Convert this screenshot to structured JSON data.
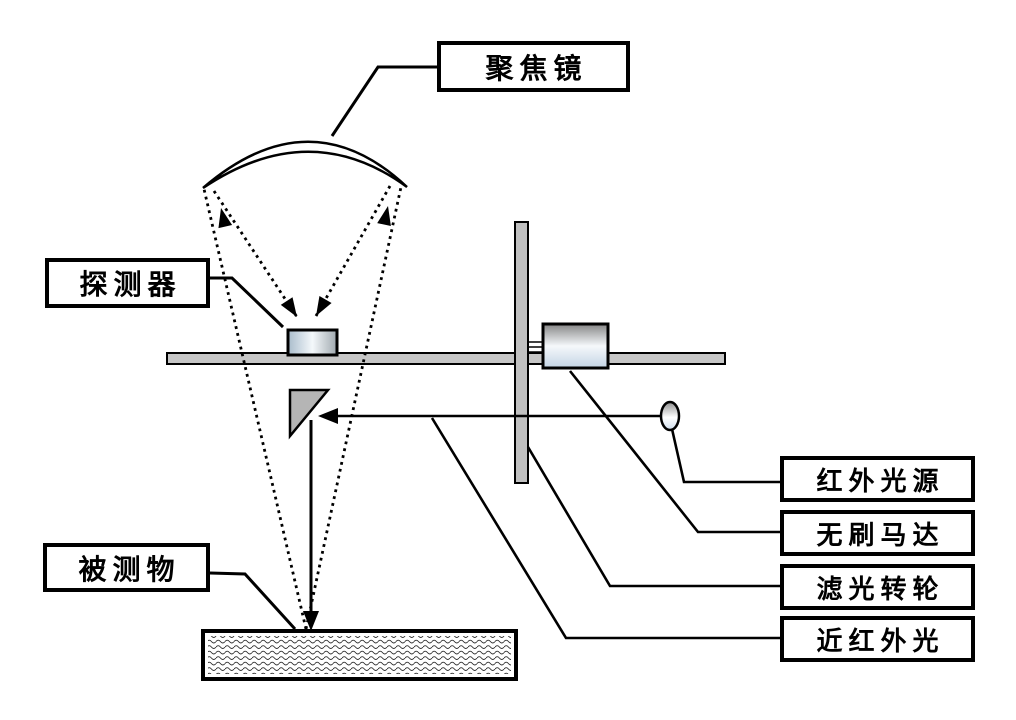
{
  "diagram": {
    "labels": {
      "focus_mirror": "聚焦镜",
      "detector": "探测器",
      "sample": "被测物",
      "ir_source": "红外光源",
      "brushless_motor": "无刷马达",
      "filter_wheel": "滤光转轮",
      "nir_light": "近红外光"
    },
    "colors": {
      "outline": "#000000",
      "metal_gray": "#c6c6c6",
      "prism_gray": "#b5b5b5",
      "motor_highlight": "#dce9f5",
      "background": "#ffffff"
    }
  }
}
